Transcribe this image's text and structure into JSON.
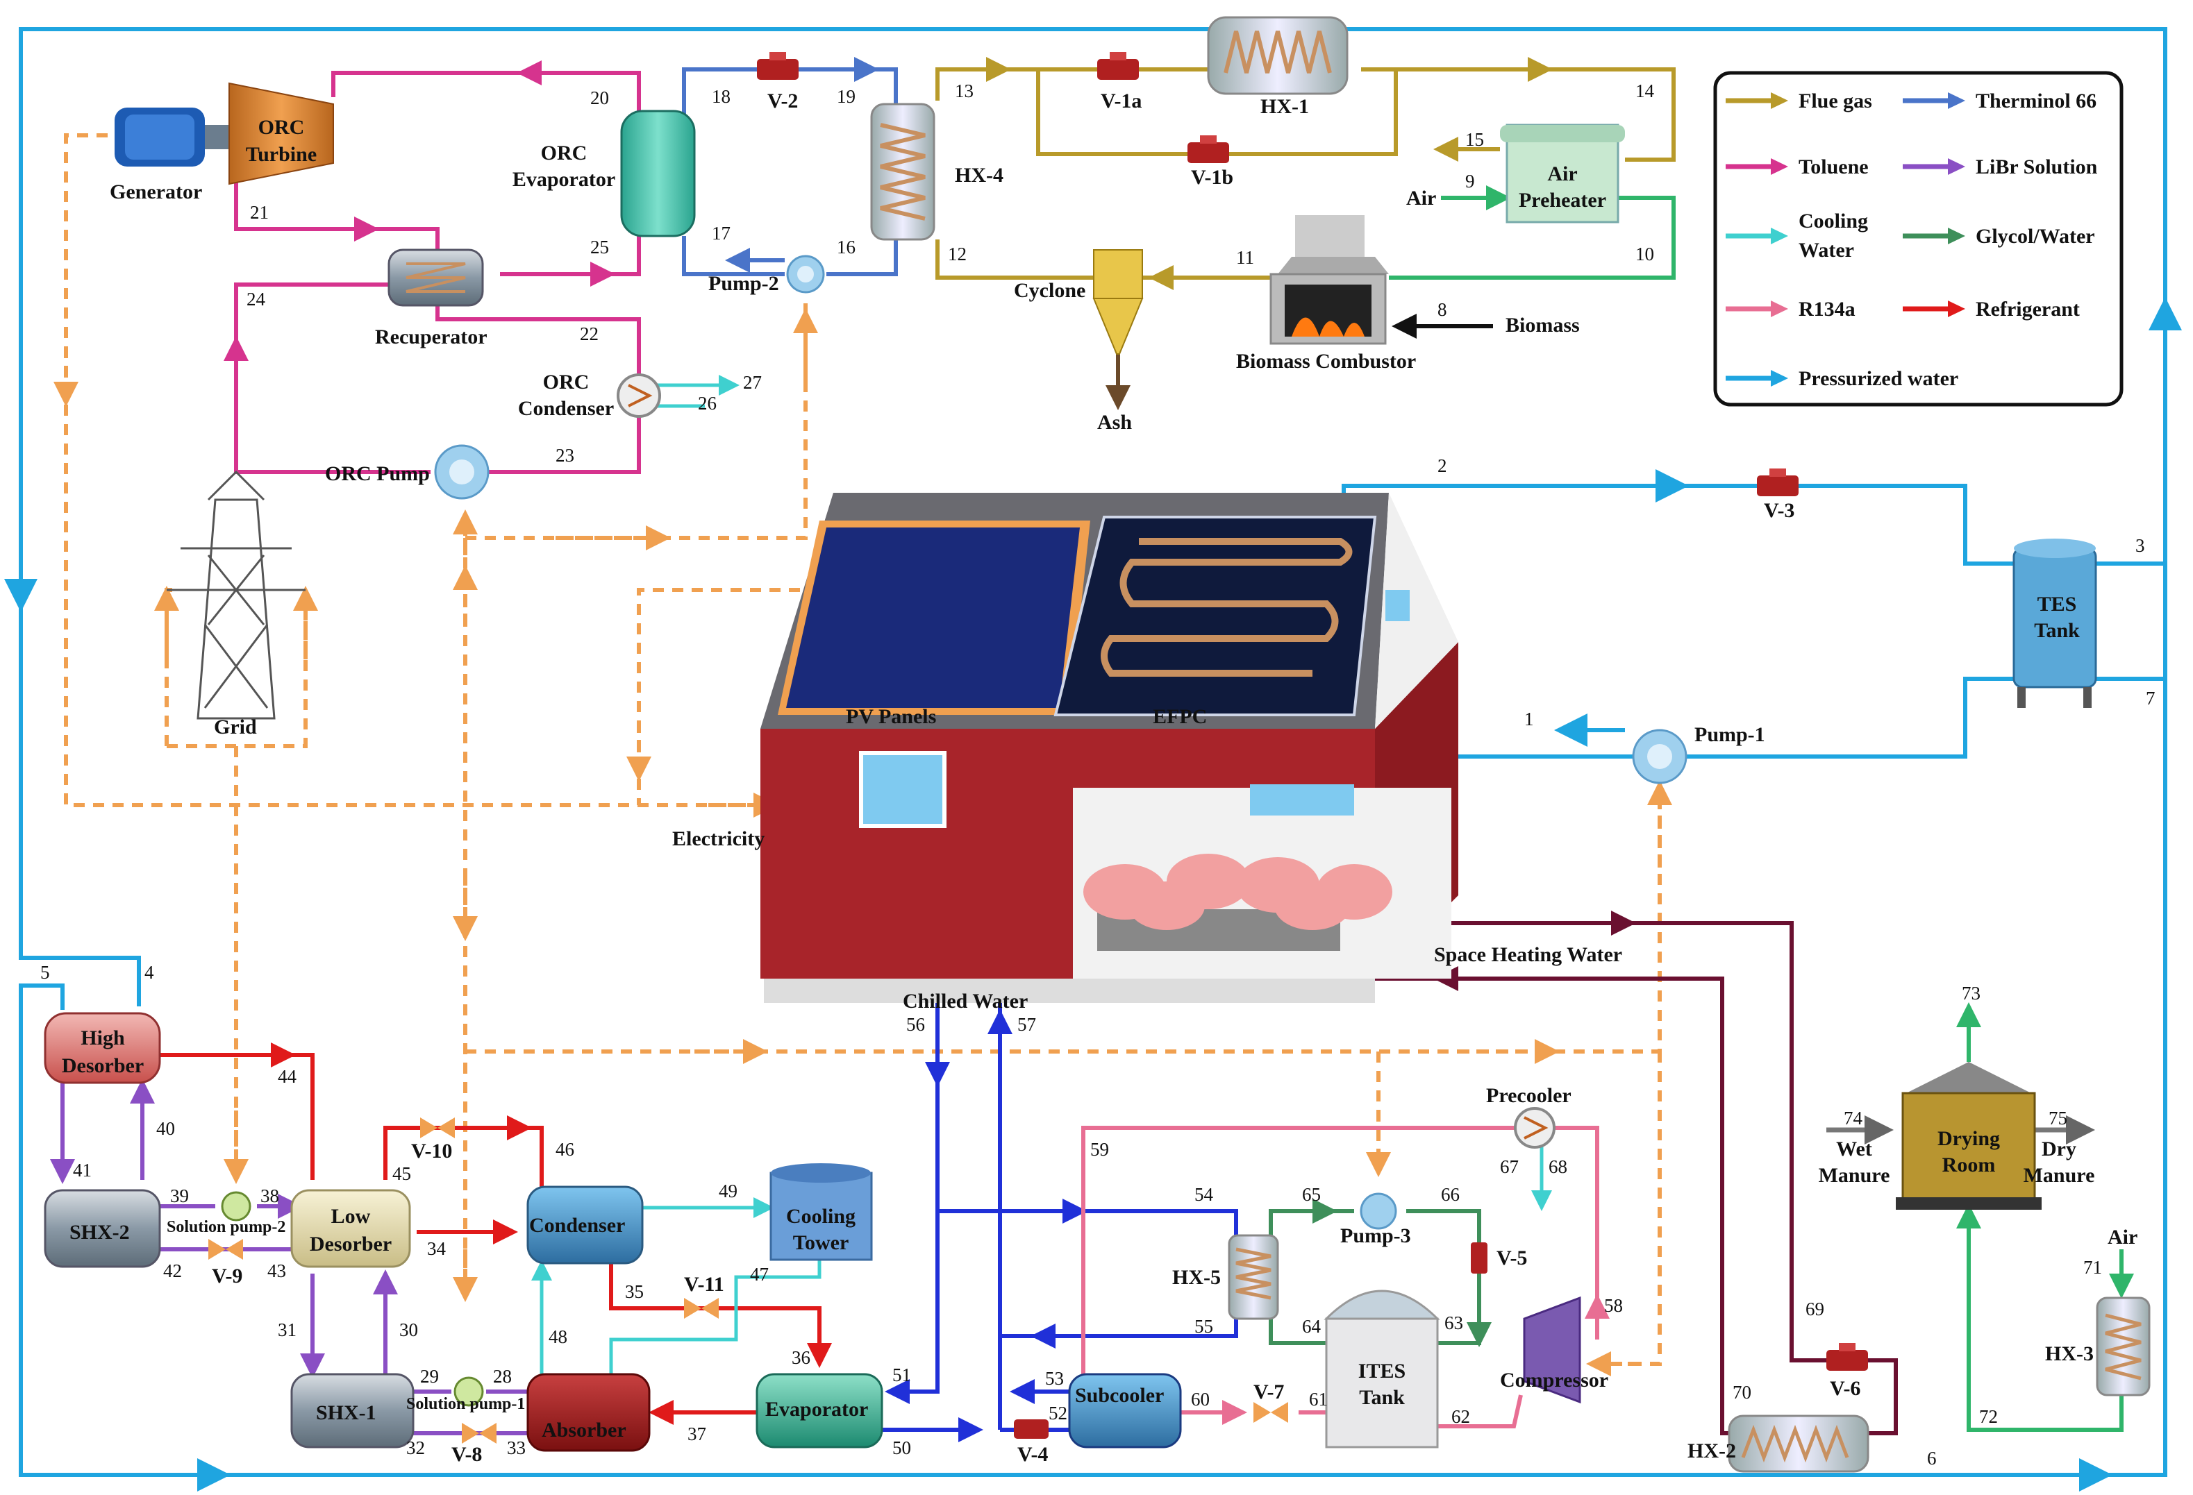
{
  "legend": [
    {
      "label": "Flue gas",
      "color": "#B89A2A"
    },
    {
      "label": "Therminol 66",
      "color": "#4A74C9"
    },
    {
      "label": "Toluene",
      "color": "#D6338E"
    },
    {
      "label": "LiBr Solution",
      "color": "#8A4FC4"
    },
    {
      "label": "Cooling Water",
      "color": "#3FD0CF"
    },
    {
      "label": "Glycol/Water",
      "color": "#3E8F5A"
    },
    {
      "label": "R134a",
      "color": "#E86E93"
    },
    {
      "label": "Refrigerant",
      "color": "#E01A1A"
    },
    {
      "label": "Pressurized water",
      "color": "#1FA5E0"
    }
  ],
  "components": {
    "generator": "Generator",
    "orc_turbine": "ORC Turbine",
    "orc_evaporator": "ORC Evaporator",
    "recuperator": "Recuperator",
    "orc_condenser": "ORC Condenser",
    "orc_pump": "ORC Pump",
    "v2": "V-2",
    "hx4": "HX-4",
    "pump2": "Pump-2",
    "v1a": "V-1a",
    "hx1": "HX-1",
    "v1b": "V-1b",
    "air_preheater": "Air Preheater",
    "cyclone": "Cyclone",
    "ash": "Ash",
    "biomass_combustor": "Biomass Combustor",
    "biomass": "Biomass",
    "air": "Air",
    "grid": "Grid",
    "pv_panels": "PV Panels",
    "efpc": "EFPC",
    "electricity": "Electricity",
    "v3": "V-3",
    "tes_tank": "TES Tank",
    "pump1": "Pump-1",
    "space_heating_water": "Space Heating Water",
    "chilled_water": "Chilled Water",
    "high_desorber": "High Desorber",
    "low_desorber": "Low Desorber",
    "shx2": "SHX-2",
    "shx1": "SHX-1",
    "solution_pump2": "Solution pump-2",
    "solution_pump1": "Solution pump-1",
    "v9": "V-9",
    "v8": "V-8",
    "v10": "V-10",
    "v11": "V-11",
    "condenser": "Condenser",
    "cooling_tower": "Cooling Tower",
    "absorber": "Absorber",
    "evaporator": "Evaporator",
    "v4": "V-4",
    "subcooler": "Subcooler",
    "hx5": "HX-5",
    "pump3": "Pump-3",
    "v5": "V-5",
    "v7": "V-7",
    "ites_tank": "ITES Tank",
    "compressor": "Compressor",
    "precooler": "Precooler",
    "v6": "V-6",
    "hx2": "HX-2",
    "hx3": "HX-3",
    "drying_room": "Drying Room",
    "wet_manure": "Wet Manure",
    "dry_manure": "Dry Manure",
    "air2": "Air"
  },
  "stream_numbers": [
    "1",
    "2",
    "3",
    "4",
    "5",
    "6",
    "7",
    "8",
    "9",
    "10",
    "11",
    "12",
    "13",
    "14",
    "15",
    "16",
    "17",
    "18",
    "19",
    "20",
    "21",
    "22",
    "23",
    "24",
    "25",
    "26",
    "27",
    "28",
    "29",
    "30",
    "31",
    "32",
    "33",
    "34",
    "35",
    "36",
    "37",
    "38",
    "39",
    "40",
    "41",
    "42",
    "43",
    "44",
    "45",
    "46",
    "47",
    "48",
    "49",
    "50",
    "51",
    "52",
    "53",
    "54",
    "55",
    "56",
    "57",
    "58",
    "59",
    "60",
    "61",
    "62",
    "63",
    "64",
    "65",
    "66",
    "67",
    "68",
    "69",
    "70",
    "71",
    "72",
    "73",
    "74",
    "75"
  ]
}
